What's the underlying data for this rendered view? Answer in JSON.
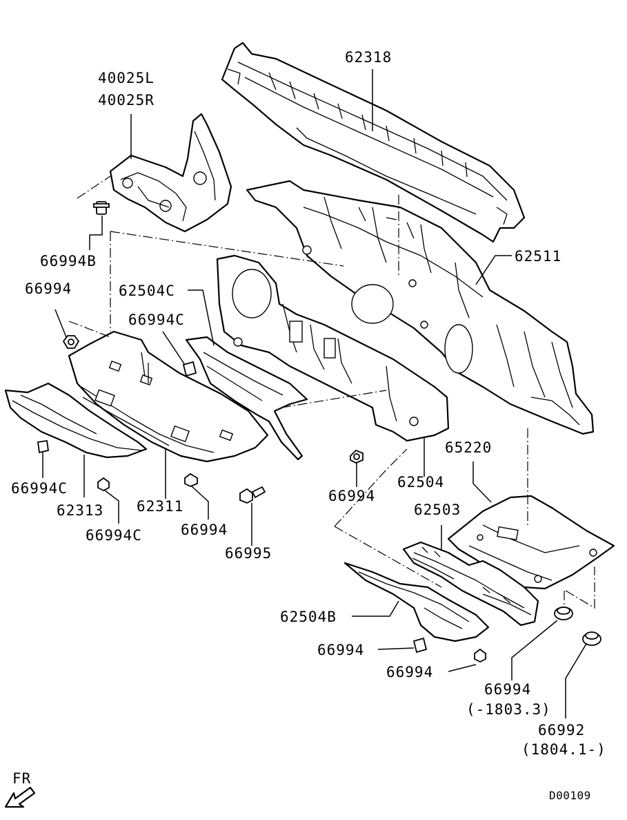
{
  "parts": {
    "p40025L": "40025L",
    "p40025R": "40025R",
    "p62318": "62318",
    "p66994B": "66994B",
    "p62511": "62511",
    "p66994_a": "66994",
    "p62504C": "62504C",
    "p66994C_a": "66994C",
    "p66994C_b": "66994C",
    "p62313": "62313",
    "p66994C_c": "66994C",
    "p62311": "62311",
    "p66994_b": "66994",
    "p66995": "66995",
    "p66994_c": "66994",
    "p62504": "62504",
    "p65220": "65220",
    "p62503": "62503",
    "p62504B": "62504B",
    "p66994_d": "66994",
    "p66994_e": "66994",
    "p66994_f": "66994",
    "p66994_f_note": "(-1803.3)",
    "p66992": "66992",
    "p66992_note": "(1804.1-)"
  },
  "direction_label": "FR",
  "diagram_code": "D00109",
  "icons": {
    "direction": "front-direction-arrow-icon"
  }
}
